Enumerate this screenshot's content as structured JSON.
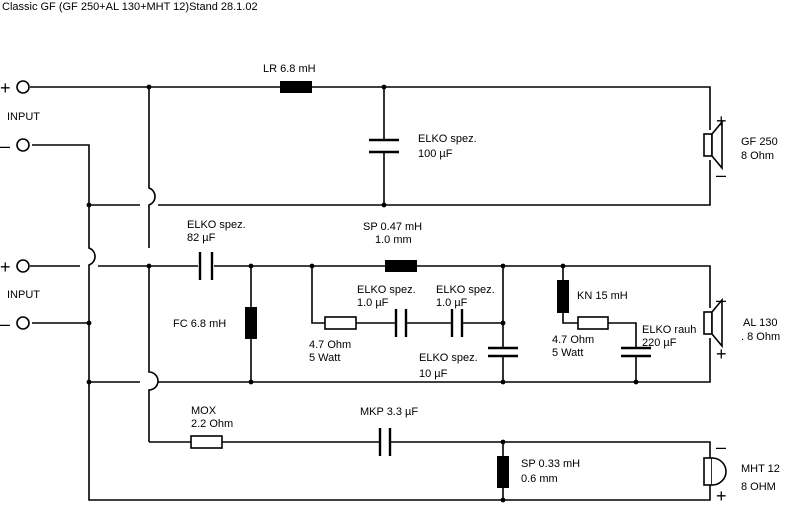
{
  "title": "Classic GF (GF 250+AL 130+MHT 12)Stand 28.1.02",
  "inputs": [
    {
      "label": "INPUT",
      "plus": "+",
      "minus": "–"
    },
    {
      "label": "INPUT",
      "plus": "+",
      "minus": "–"
    }
  ],
  "components": {
    "lr": {
      "name": "LR 6.8 mH"
    },
    "elko_gf": {
      "name": "ELKO spez.",
      "value": "100 µF"
    },
    "elko_al_series": {
      "name": "ELKO spez.",
      "value": "82 µF"
    },
    "sp_al": {
      "name": "SP 0.47 mH",
      "value": "1.0 mm"
    },
    "fc": {
      "name": "FC 6.8 mH"
    },
    "r_al_1": {
      "name": "4.7 Ohm",
      "value": "5 Watt"
    },
    "elko_n1": {
      "name": "ELKO spez.",
      "value": "1.0 µF"
    },
    "elko_n2": {
      "name": "ELKO spez.",
      "value": "1.0 µF"
    },
    "elko_shunt": {
      "name": "ELKO spez.",
      "value": "10 µF"
    },
    "kn": {
      "name": "KN 15 mH"
    },
    "r_al_2": {
      "name": "4.7 Ohm",
      "value": "5 Watt"
    },
    "elko_rauh": {
      "name": "ELKO rauh",
      "value": "220 µF"
    },
    "mox": {
      "name": "MOX",
      "value": "2.2 Ohm"
    },
    "mkp": {
      "name": "MKP 3.3 µF"
    },
    "sp_mht": {
      "name": "SP 0.33 mH",
      "value": "0.6 mm"
    }
  },
  "speakers": {
    "gf": {
      "name": "GF 250",
      "impedance": "8 Ohm",
      "plus": "+",
      "minus": "–"
    },
    "al": {
      "name": "AL 130",
      "impedance": ". 8 Ohm",
      "plus": "+",
      "minus": "–"
    },
    "mht": {
      "name": "MHT 12",
      "impedance": "8 OHM",
      "plus": "+",
      "minus": "–"
    }
  }
}
